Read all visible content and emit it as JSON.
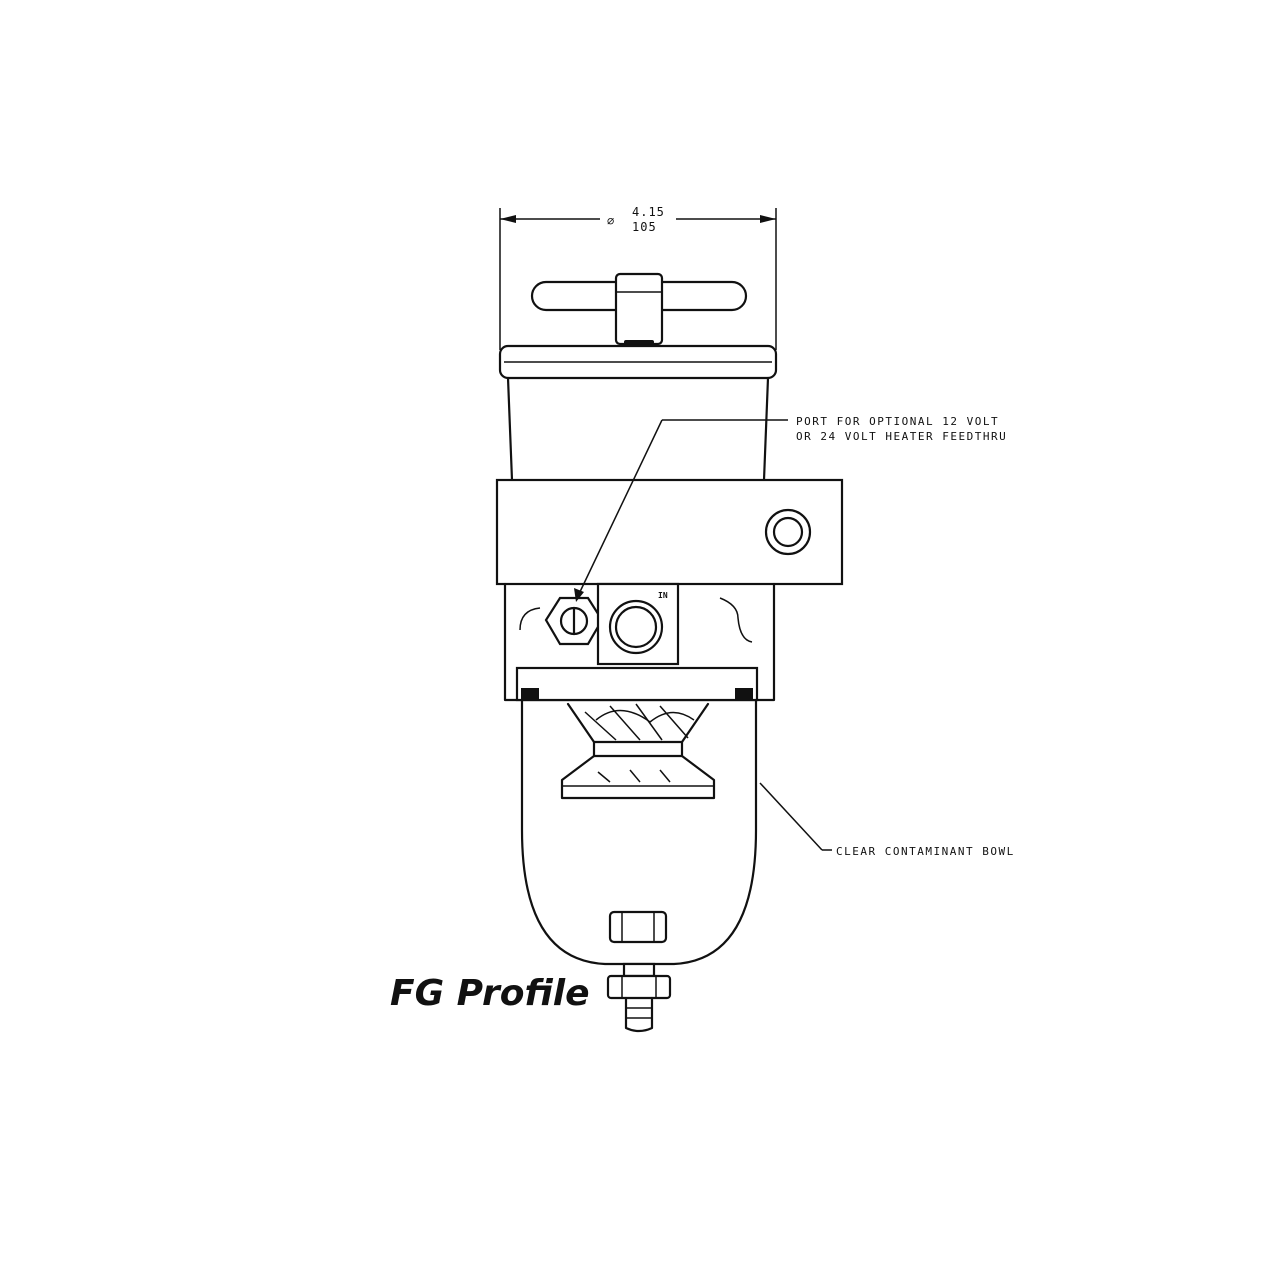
{
  "dimension": {
    "diameter_symbol": "⌀",
    "inches": "4.15",
    "millimeters": "105"
  },
  "labels": {
    "heater_port_line1": "PORT FOR OPTIONAL 12 VOLT",
    "heater_port_line2": "OR 24 VOLT HEATER FEEDTHRU",
    "bowl": "CLEAR CONTAMINANT BOWL",
    "inlet": "IN"
  },
  "caption": "FG Profile",
  "colors": {
    "line": "#111111",
    "background": "#ffffff"
  }
}
